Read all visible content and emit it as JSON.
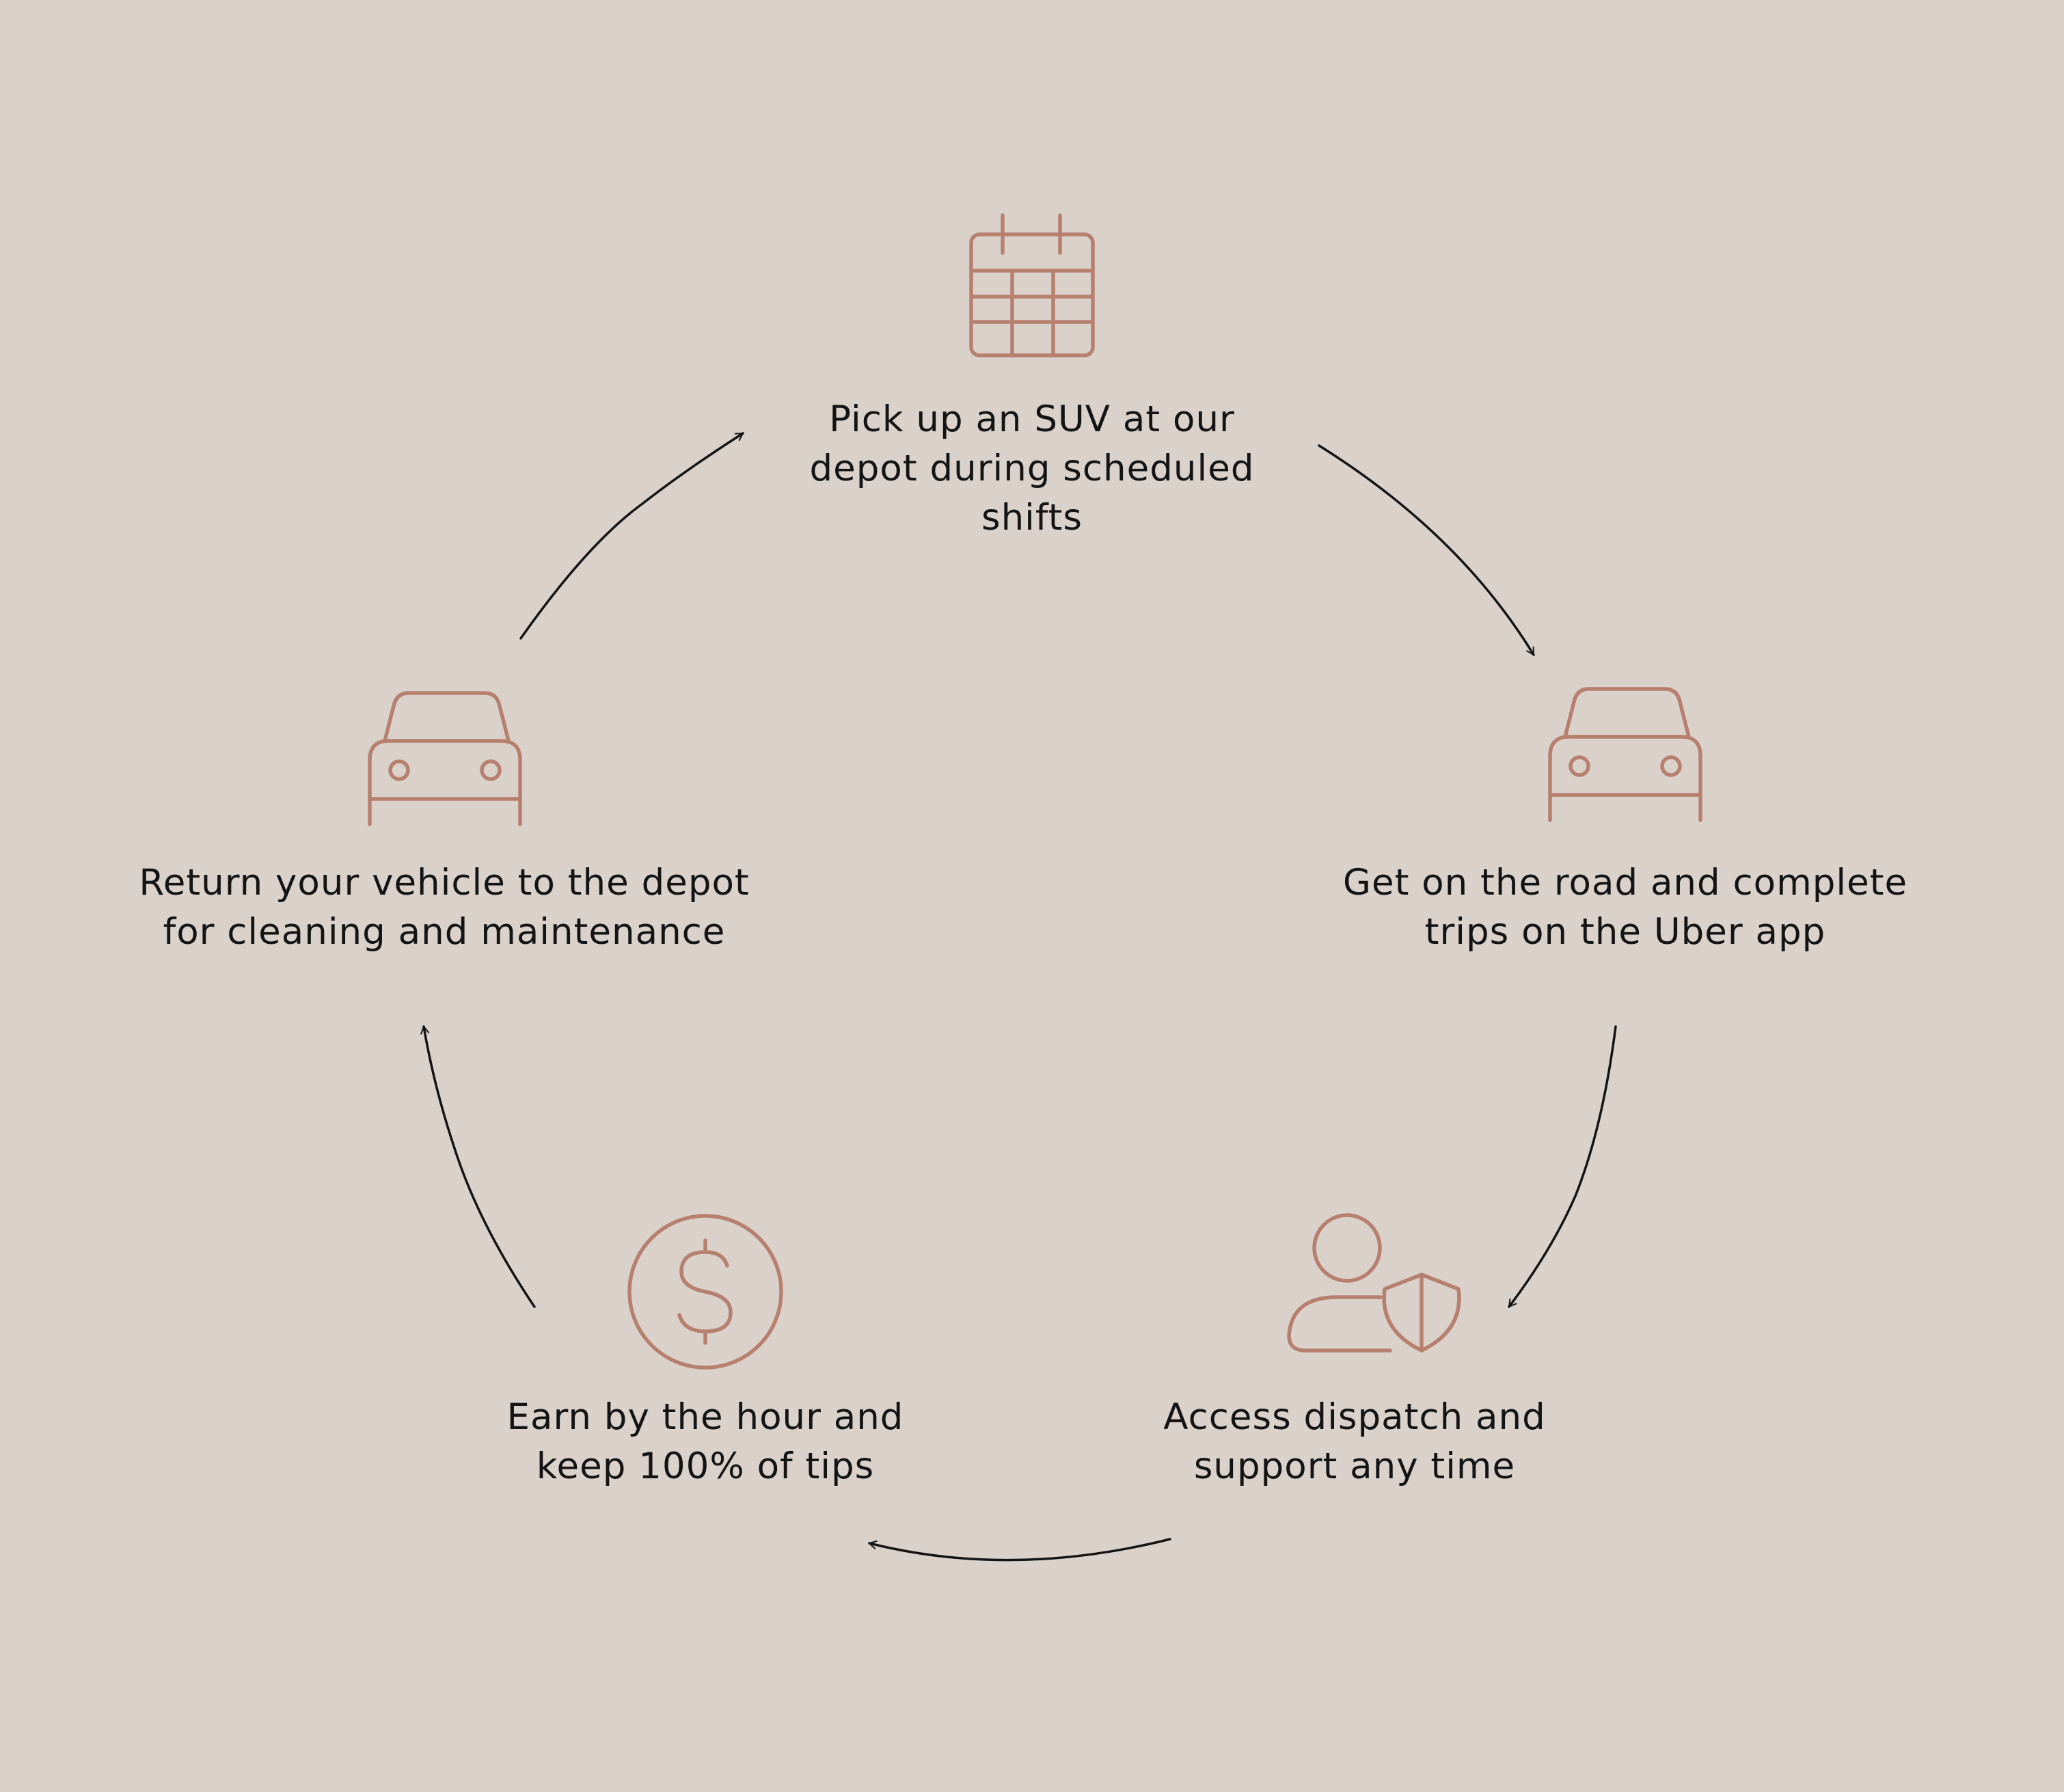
{
  "colors": {
    "background": "#d9d1ca",
    "icon": "#b7806e",
    "arrow": "#141414",
    "text": "#141414"
  },
  "steps": [
    {
      "icon": "calendar-icon",
      "lines": [
        "Pick up an SUV at our",
        "depot during scheduled",
        "shifts"
      ]
    },
    {
      "icon": "car-icon",
      "lines": [
        "Get on the road and complete",
        "trips on the Uber app"
      ]
    },
    {
      "icon": "user-shield-icon",
      "lines": [
        "Access dispatch and",
        "support any time"
      ]
    },
    {
      "icon": "dollar-circle-icon",
      "lines": [
        "Earn by the hour and",
        "keep 100% of tips"
      ]
    },
    {
      "icon": "car-icon",
      "lines": [
        "Return your vehicle to the depot",
        "for cleaning and maintenance"
      ]
    }
  ]
}
